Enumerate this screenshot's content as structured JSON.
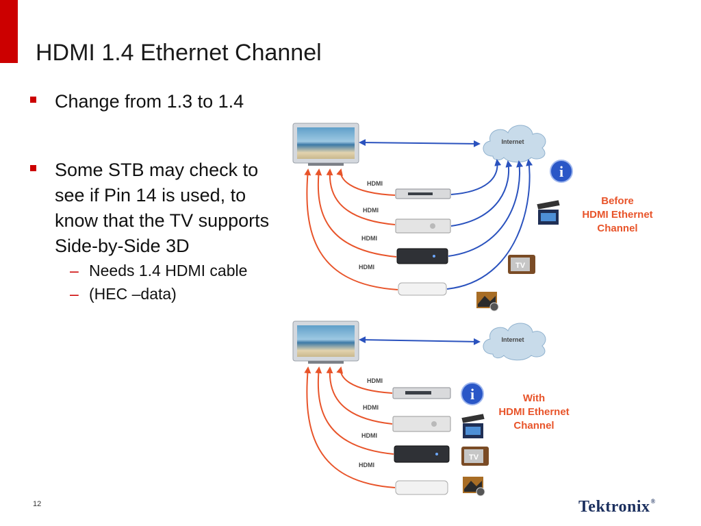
{
  "slide": {
    "title": "HDMI 1.4 Ethernet Channel",
    "bullets": [
      {
        "text": "Change from 1.3 to 1.4"
      },
      {
        "text": "Some STB may check to see if Pin 14 is used, to know that the TV supports Side-by-Side 3D",
        "sub": [
          "Needs 1.4 HDMI cable",
          "(HEC –data)"
        ]
      }
    ],
    "slide_number": "12",
    "logo_text": "Tektronix",
    "logo_mark": "®"
  },
  "diagram": {
    "cloud_label": "Internet",
    "cable_label": "HDMI",
    "before_caption": [
      "Before",
      "HDMI Ethernet",
      "Channel"
    ],
    "with_caption": [
      "With",
      "HDMI Ethernet",
      "Channel"
    ],
    "icons": [
      "info-icon",
      "clapperboard-icon",
      "retro-tv-icon",
      "photo-camera-icon"
    ],
    "colors": {
      "accent": "#cc0000",
      "cable": "#e8542a",
      "ethernet": "#2a52be",
      "caption": "#e8542a",
      "logo": "#1b2f5e"
    }
  }
}
